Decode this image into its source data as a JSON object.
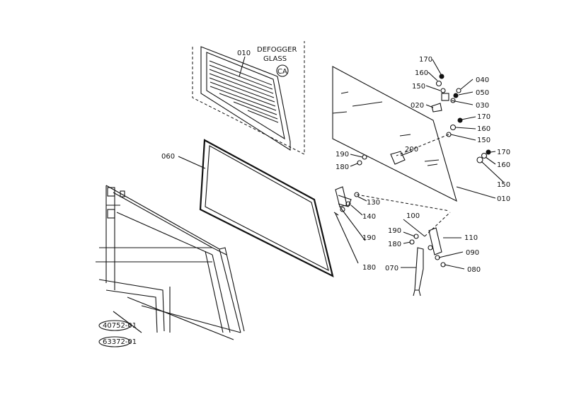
{
  "inset": {
    "title_line1": "DEFOGGER",
    "title_line2": "GLASS",
    "badge": "CA",
    "part": "010"
  },
  "labels": {
    "p060": "060",
    "p170a": "170",
    "p160a": "160",
    "p150a": "150",
    "p020": "020",
    "p040": "040",
    "p050": "050",
    "p030": "030",
    "p170b": "170",
    "p160b": "160",
    "p150b": "150",
    "p170c": "170",
    "p160c": "160",
    "p150c": "150",
    "p190a": "190",
    "p180a": "180",
    "p200": "200",
    "p010": "010",
    "p130": "130",
    "p140": "140",
    "p190b": "190",
    "p180b": "180",
    "p100": "100",
    "p190c": "190",
    "p180c": "180",
    "p110": "110",
    "p090": "090",
    "p080": "080",
    "p070": "070"
  },
  "references": {
    "ref1": "40752-01",
    "ref2": "63372-01"
  }
}
